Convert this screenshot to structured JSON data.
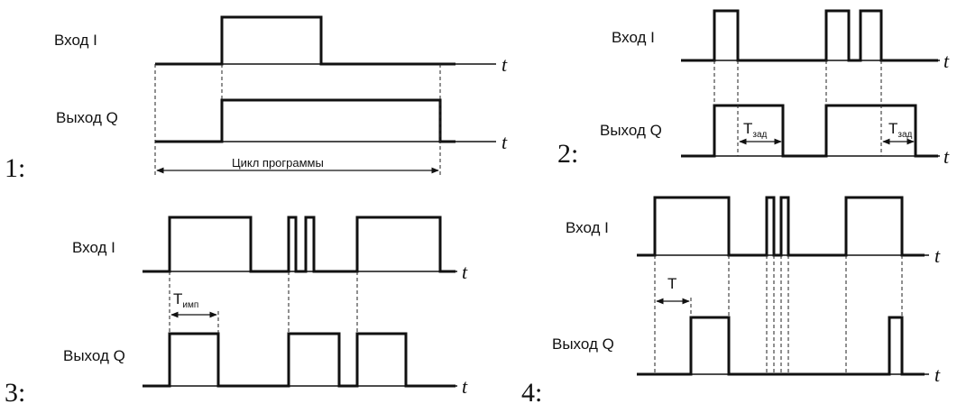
{
  "labels": {
    "input": "Вход I",
    "output": "Выход Q",
    "time": "t",
    "cycle": "Цикл программы",
    "t_main": "T",
    "t_delay_sub": "зад",
    "t_pulse_sub": "имп"
  },
  "panels": [
    {
      "number": "1:"
    },
    {
      "number": "2:"
    },
    {
      "number": "3:"
    },
    {
      "number": "4:"
    }
  ]
}
